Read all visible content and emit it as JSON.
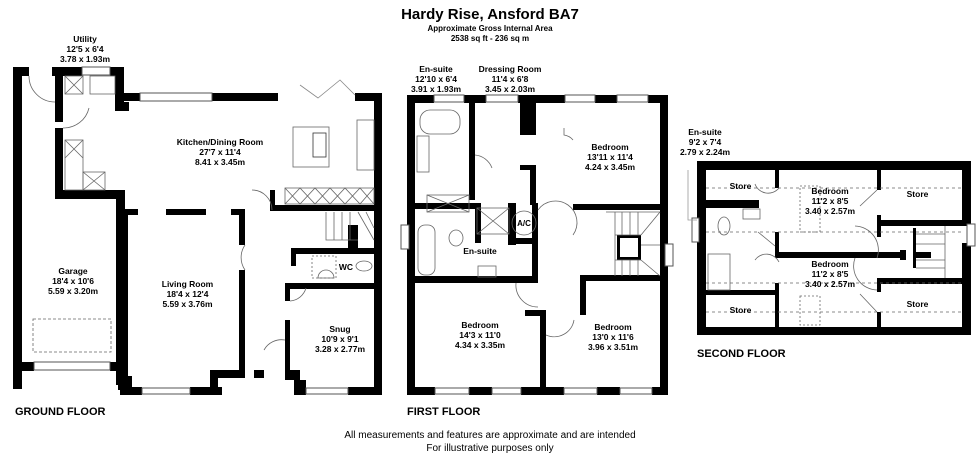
{
  "header": {
    "title": "Hardy Rise, Ansford BA7",
    "subtitle": "Approximate Gross Internal Area",
    "area": "2538 sq ft - 236 sq m"
  },
  "ground_floor": {
    "label": "GROUND FLOOR",
    "rooms": [
      {
        "name": "Utility",
        "imperial": "12'5 x 6'4",
        "metric": "3.78 x 1.93m"
      },
      {
        "name": "Kitchen/Dining Room",
        "imperial": "27'7 x 11'4",
        "metric": "8.41 x 3.45m"
      },
      {
        "name": "Garage",
        "imperial": "18'4 x 10'6",
        "metric": "5.59 x 3.20m"
      },
      {
        "name": "Living Room",
        "imperial": "18'4 x 12'4",
        "metric": "5.59 x 3.76m"
      },
      {
        "name": "Snug",
        "imperial": "10'9 x 9'1",
        "metric": "3.28 x 2.77m"
      },
      {
        "name": "WC"
      }
    ]
  },
  "first_floor": {
    "label": "FIRST FLOOR",
    "rooms": [
      {
        "name": "En-suite",
        "imperial": "12'10 x 6'4",
        "metric": "3.91 x 1.93m"
      },
      {
        "name": "Dressing Room",
        "imperial": "11'4 x 6'8",
        "metric": "3.45 x 2.03m"
      },
      {
        "name": "Bedroom",
        "imperial": "13'11 x 11'4",
        "metric": "4.24 x 3.45m"
      },
      {
        "name": "En-suite"
      },
      {
        "name": "A/C"
      },
      {
        "name": "Bedroom",
        "imperial": "14'3 x 11'0",
        "metric": "4.34 x 3.35m"
      },
      {
        "name": "Bedroom",
        "imperial": "13'0 x 11'6",
        "metric": "3.96 x 3.51m"
      }
    ]
  },
  "second_floor": {
    "label": "SECOND FLOOR",
    "rooms": [
      {
        "name": "En-suite",
        "imperial": "9'2 x 7'4",
        "metric": "2.79 x 2.24m"
      },
      {
        "name": "Store"
      },
      {
        "name": "Bedroom",
        "imperial": "11'2 x 8'5",
        "metric": "3.40 x 2.57m"
      },
      {
        "name": "Store"
      },
      {
        "name": "Bedroom",
        "imperial": "11'2 x 8'5",
        "metric": "3.40 x 2.57m"
      },
      {
        "name": "Store"
      },
      {
        "name": "Store"
      }
    ]
  },
  "footer": {
    "line1": "All measurements and features are approximate and are intended",
    "line2": "For illustrative purposes only"
  }
}
